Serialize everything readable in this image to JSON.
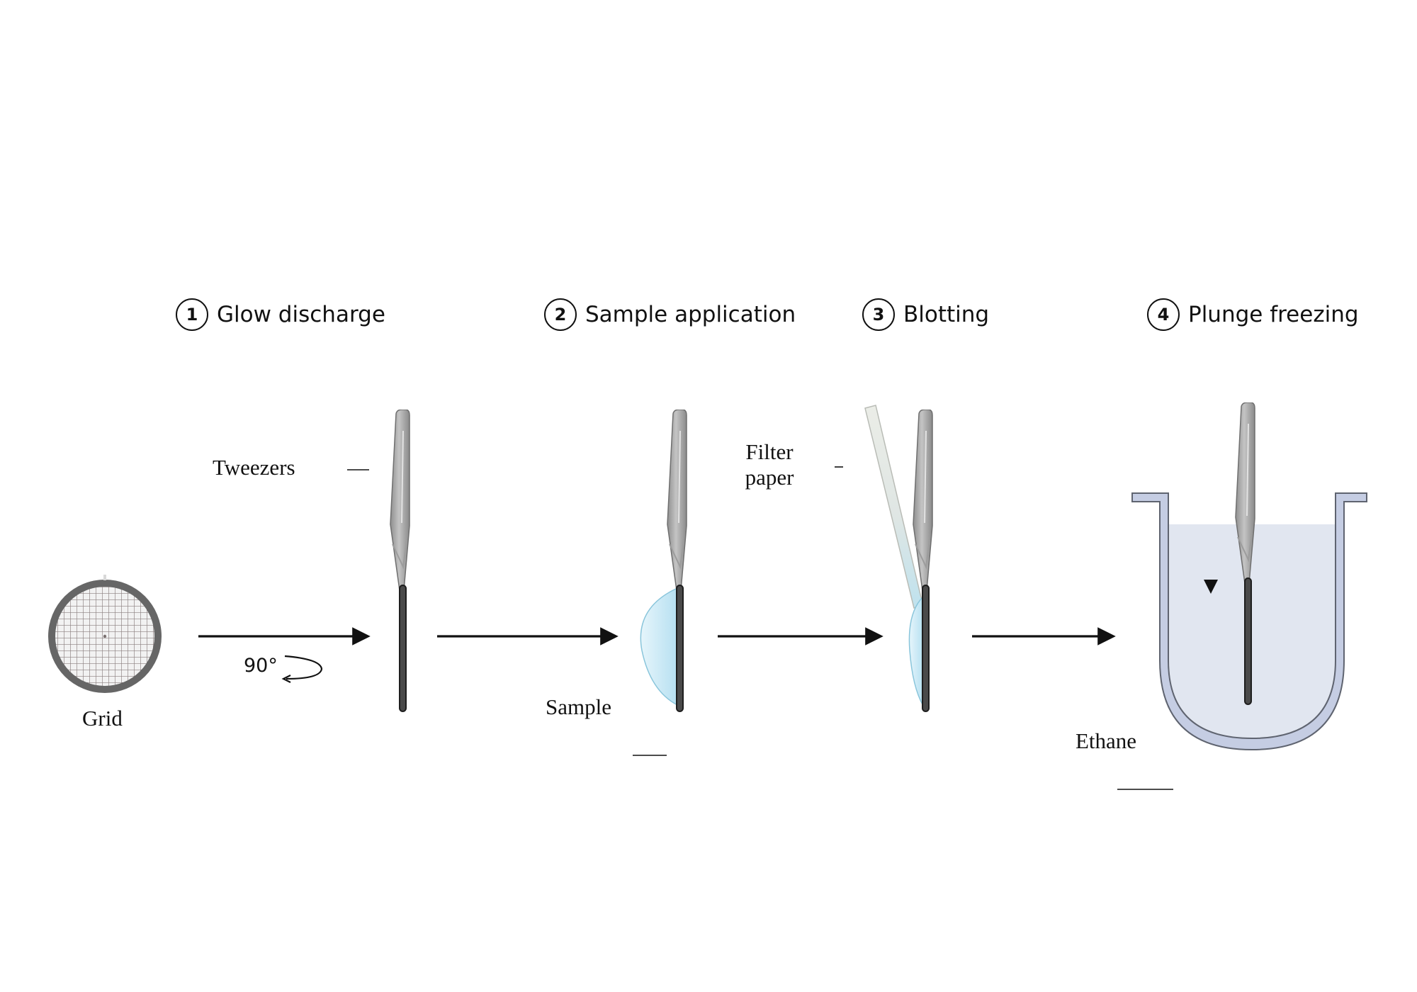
{
  "steps": [
    {
      "number": "1",
      "title": "Glow discharge"
    },
    {
      "number": "2",
      "title": "Sample application"
    },
    {
      "number": "3",
      "title": "Blotting"
    },
    {
      "number": "4",
      "title": "Plunge freezing"
    }
  ],
  "labels": {
    "grid": "Grid",
    "tweezers": "Tweezers",
    "rotation_angle": "90°",
    "sample": "Sample",
    "filter_paper_line1": "Filter",
    "filter_paper_line2": "paper",
    "ethane": "Ethane"
  },
  "colors": {
    "ink": "#111111",
    "tweezer_metal": "#a3a3a3",
    "grid_ring": "#666666",
    "sample_drop": "#cdeaf6",
    "filter_paper": "#e3e6df",
    "dewar_wall": "#c5cde3",
    "ethane_liquid": "#e1e6f0"
  }
}
